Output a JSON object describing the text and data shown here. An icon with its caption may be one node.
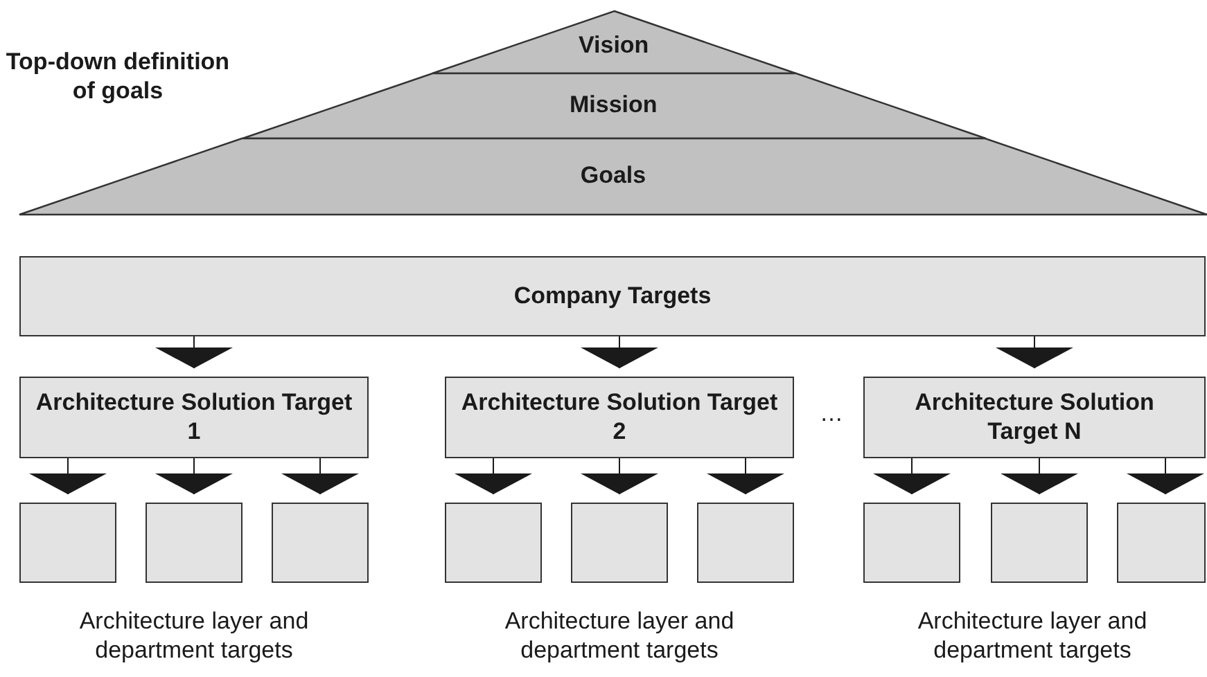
{
  "diagram": {
    "nodes": [
      {
        "text": [
          "Vision"
        ]
      },
      {
        "text": [
          "Mission"
        ]
      },
      {
        "text": [
          "Goals"
        ]
      },
      {
        "text": [
          "Company Targets"
        ]
      },
      {
        "text": [
          "Architecture Solution Target 1"
        ]
      },
      {
        "text": [
          "Architecture Solution Target 2"
        ]
      },
      {
        "text": [
          "Architecture Solution Target N"
        ]
      },
      {
        "text": [],
        "shape": "box"
      },
      {
        "text": [],
        "shape": "box"
      },
      {
        "text": [],
        "shape": "box"
      },
      {
        "text": [],
        "shape": "box"
      },
      {
        "text": [],
        "shape": "box"
      },
      {
        "text": [],
        "shape": "box"
      },
      {
        "text": [],
        "shape": "box"
      },
      {
        "text": [],
        "shape": "box"
      },
      {
        "text": [],
        "shape": "box"
      }
    ],
    "edges": [
      {
        "from": 3,
        "to": 4,
        "arrow": "to"
      },
      {
        "from": 3,
        "to": 5,
        "arrow": "to"
      },
      {
        "from": 3,
        "to": 6,
        "arrow": "to"
      },
      {
        "from": 4,
        "to": 7,
        "arrow": "to"
      },
      {
        "from": 4,
        "to": 8,
        "arrow": "to"
      },
      {
        "from": 4,
        "to": 9,
        "arrow": "to"
      },
      {
        "from": 5,
        "to": 10,
        "arrow": "to"
      },
      {
        "from": 5,
        "to": 11,
        "arrow": "to"
      },
      {
        "from": 5,
        "to": 12,
        "arrow": "to"
      },
      {
        "from": 6,
        "to": 13,
        "arrow": "to"
      },
      {
        "from": 6,
        "to": 14,
        "arrow": "to"
      },
      {
        "from": 6,
        "to": 15,
        "arrow": "to"
      }
    ],
    "labels": [
      "Top-down definition of goals",
      "…",
      "Architecture layer and department targets",
      "Architecture layer and department targets",
      "Architecture layer and department targets"
    ]
  }
}
